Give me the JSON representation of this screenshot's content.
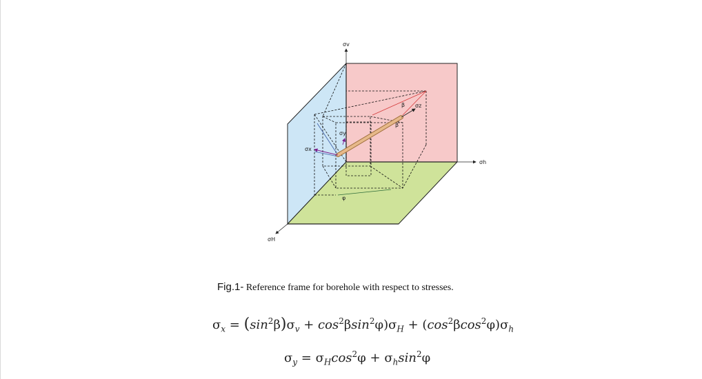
{
  "figure": {
    "labels": {
      "sigma_v": "σv",
      "sigma_h": "σh",
      "sigma_H": "σH",
      "sigma_x": "σx",
      "sigma_y": "σy",
      "sigma_z": "σz",
      "beta": "β",
      "phi": "φ"
    },
    "colors": {
      "wall_left": "#cde6f6",
      "wall_back": "#f7c9c9",
      "floor": "#cfe39a",
      "borehole": "#e7b98a"
    }
  },
  "caption": {
    "label": "Fig.1-",
    "text": " Reference frame for borehole with respect to stresses."
  },
  "equations": {
    "eq1": {
      "lhs": "σ",
      "lhs_sub": "x",
      "eq": " = ",
      "t1_open": "(",
      "t1_fn": "sin",
      "t1_sup": "2",
      "t1_body": "β",
      "t1_close": ")",
      "t1_sig": "σ",
      "t1_sub": "v",
      "plus1": " + ",
      "t2_fn1": "cos",
      "t2_sup1": "2",
      "t2_mid": "β",
      "t2_fn2": "sin",
      "t2_sup2": "2",
      "t2_end": "φ)σ",
      "t2_sub": "H",
      "plus2": " + ",
      "t3_open": "(",
      "t3_fn1": "cos",
      "t3_sup1": "2",
      "t3_mid": "β",
      "t3_fn2": "cos",
      "t3_sup2": "2",
      "t3_end": "φ)σ",
      "t3_sub": "h"
    },
    "eq2": {
      "lhs": "σ",
      "lhs_sub": "y",
      "eq": " = ",
      "s1": "σ",
      "s1_sub": "H",
      "f1": "cos",
      "f1_sup": "2",
      "f1_arg": "φ",
      "plus": " + ",
      "s2": "σ",
      "s2_sub": "h",
      "f2": "sin",
      "f2_sup": "2",
      "f2_arg": "φ"
    }
  }
}
